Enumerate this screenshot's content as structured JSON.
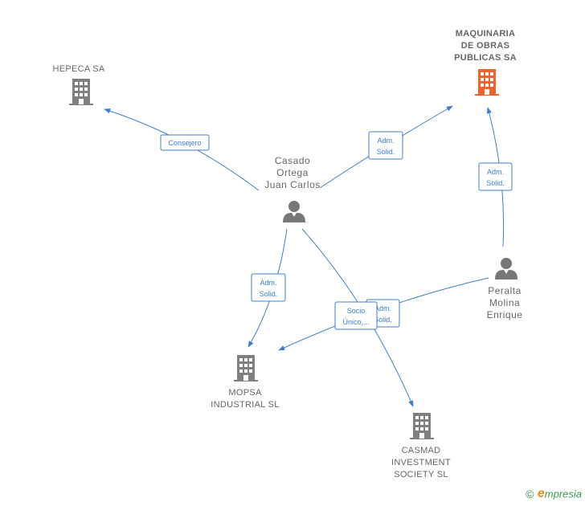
{
  "colors": {
    "edge": "#3b7fd0",
    "company": "#808080",
    "company_highlight": "#f0642c",
    "person": "#777777",
    "label": "#666666",
    "brand_green": "#3b9a4a",
    "brand_orange": "#e8891b"
  },
  "nodes": {
    "hepeca": {
      "lines": [
        "HEPECA SA"
      ],
      "type": "company",
      "icon": "building-icon"
    },
    "maquinaria": {
      "lines": [
        "MAQUINARIA",
        "DE OBRAS",
        "PUBLICAS SA"
      ],
      "type": "company-highlight",
      "icon": "building-icon"
    },
    "casado": {
      "lines": [
        "Casado",
        "Ortega",
        "Juan Carlos"
      ],
      "type": "person",
      "icon": "person-icon"
    },
    "peralta": {
      "lines": [
        "Peralta",
        "Molina",
        "Enrique"
      ],
      "type": "person",
      "icon": "person-icon"
    },
    "mopsa": {
      "lines": [
        "MOPSA",
        "INDUSTRIAL SL"
      ],
      "type": "company",
      "icon": "building-icon"
    },
    "casmad": {
      "lines": [
        "CASMAD",
        "INVESTMENT",
        "SOCIETY SL"
      ],
      "type": "company",
      "icon": "building-icon"
    }
  },
  "edges": [
    {
      "id": "casado-hepeca",
      "label": [
        "Consejero"
      ]
    },
    {
      "id": "casado-maquinaria",
      "label": [
        "Adm.",
        "Solid."
      ]
    },
    {
      "id": "peralta-maquinaria",
      "label": [
        "Adm.",
        "Solid."
      ]
    },
    {
      "id": "casado-mopsa",
      "label": [
        "Adm.",
        "Solid."
      ]
    },
    {
      "id": "peralta-mopsa",
      "label": [
        "Adm.",
        "Solid."
      ]
    },
    {
      "id": "casado-casmad",
      "label": [
        "Socio",
        "Único,..."
      ]
    }
  ],
  "footer": {
    "copyright": "©",
    "brand_e": "e",
    "brand_rest": "mpresia"
  }
}
